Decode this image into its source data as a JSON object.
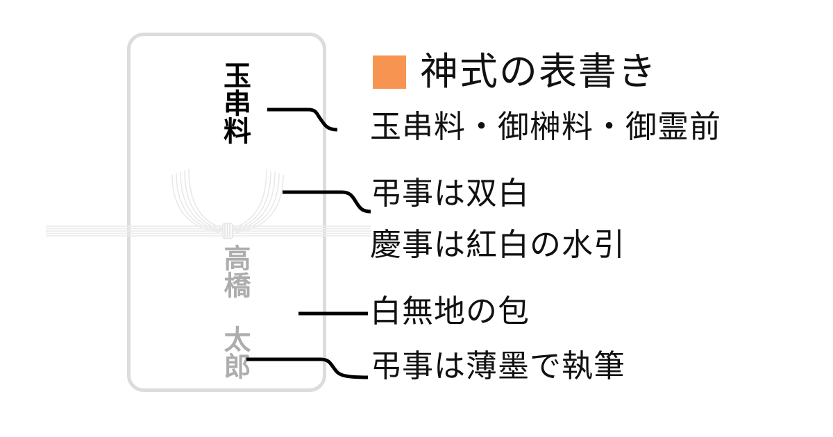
{
  "page": {
    "background_color": "#ffffff",
    "accent_color": "#f89452"
  },
  "envelope": {
    "name": "noshi-envelope",
    "border_color": "#dcdcdc",
    "front_title": "玉串料",
    "donor_name": "高橋　太郎",
    "donor_name_color": "#adadad",
    "mizuhiki": {
      "name": "mizuhiki-cord",
      "color": "#e8e8e8",
      "strand_count": 5
    }
  },
  "heading": {
    "bullet_icon": "orange-square-icon",
    "bullet_color": "#f89452",
    "text": "神式の表書き"
  },
  "notes": [
    {
      "id": "note-1",
      "text": "玉串料・御榊料・御霊前",
      "leader": "s-curve-down"
    },
    {
      "id": "note-2",
      "text": "弔事は双白",
      "leader": "s-curve-down"
    },
    {
      "id": "note-3",
      "text": "慶事は紅白の水引",
      "leader": "none"
    },
    {
      "id": "note-4",
      "text": "白無地の包",
      "leader": "straight"
    },
    {
      "id": "note-5",
      "text": "弔事は薄墨で執筆",
      "leader": "s-curve-down"
    }
  ],
  "leader_lines": {
    "name": "leader-lines",
    "color": "#000000",
    "stroke_width": 5
  }
}
